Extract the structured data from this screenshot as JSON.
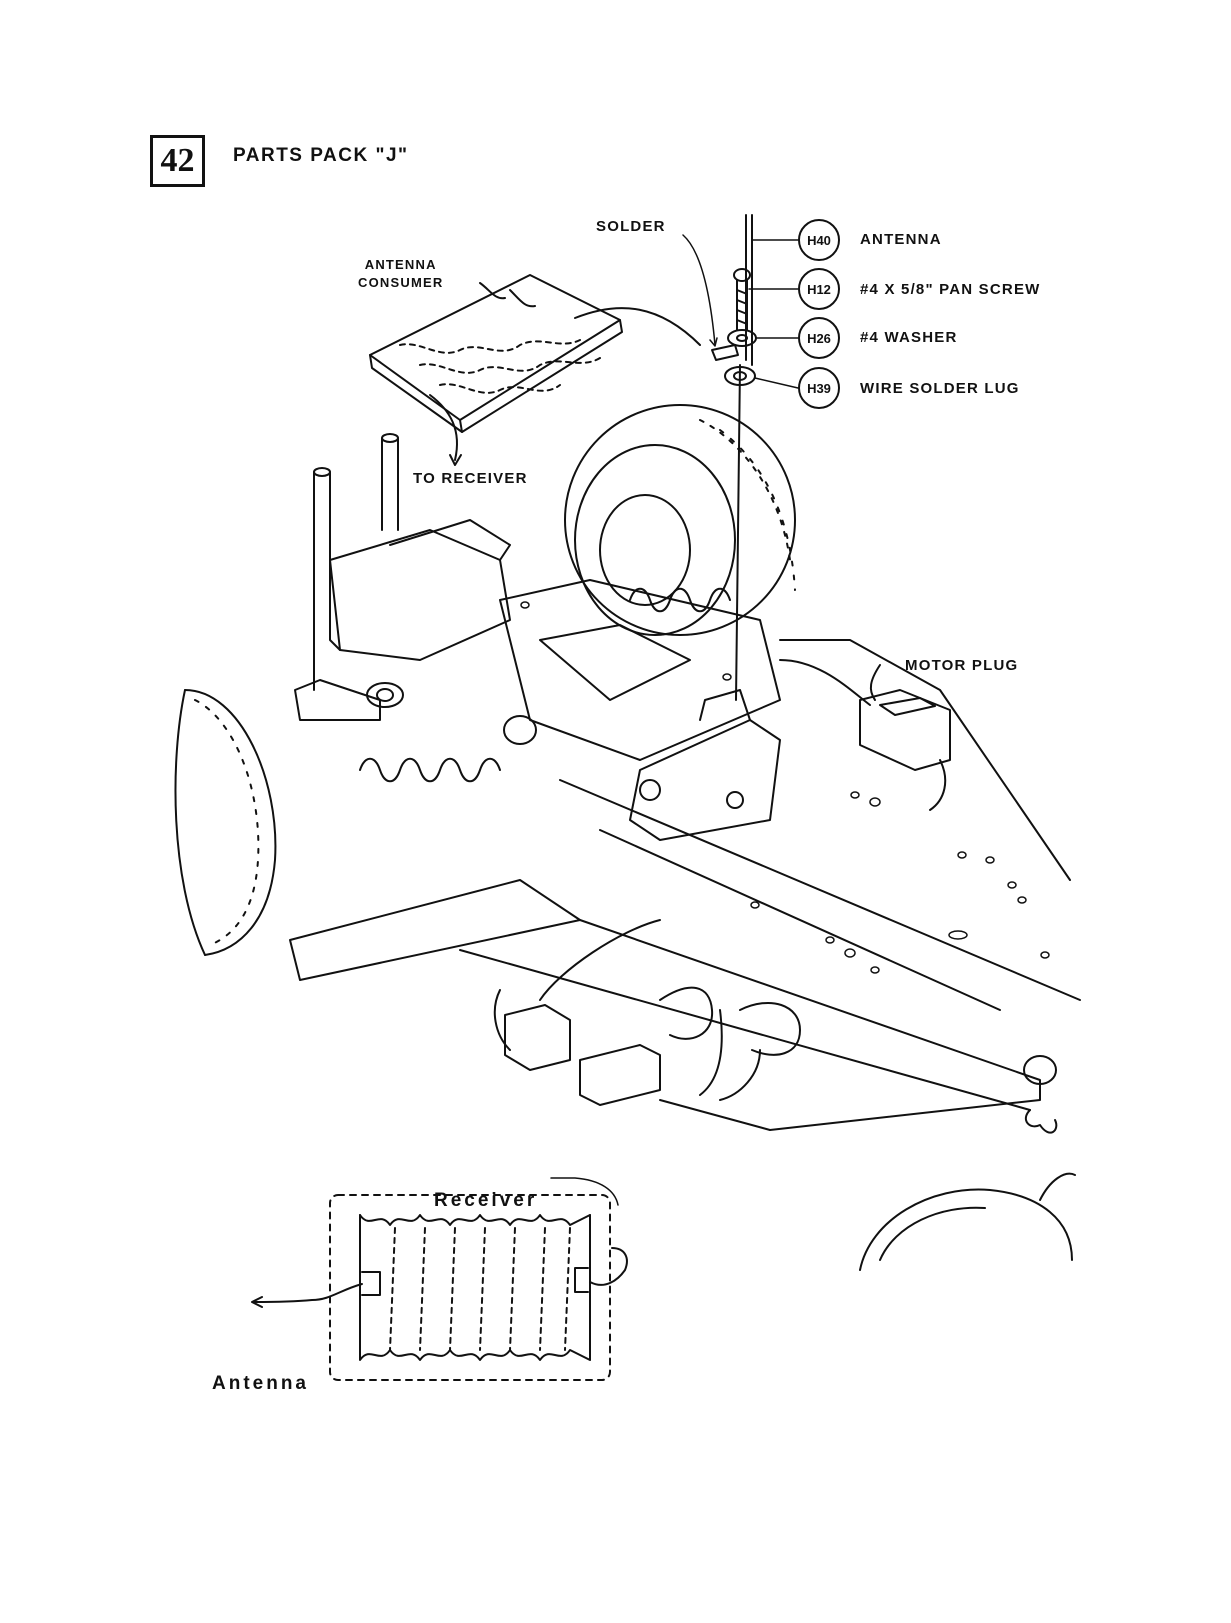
{
  "step": {
    "number": "42",
    "title": "PARTS PACK \"J\""
  },
  "labels": {
    "solder": "SOLDER",
    "antenna_consumer_line1": "ANTENNA",
    "antenna_consumer_line2": "CONSUMER",
    "to_receiver": "TO RECEIVER",
    "motor_plug": "MOTOR PLUG"
  },
  "parts": [
    {
      "id": "H40",
      "description": "ANTENNA"
    },
    {
      "id": "H12",
      "description": "#4 X 5/8\" PAN SCREW"
    },
    {
      "id": "H26",
      "description": "#4 WASHER"
    },
    {
      "id": "H39",
      "description": "WIRE SOLDER LUG"
    }
  ],
  "inset": {
    "receiver_label": "Receiver",
    "antenna_label": "Antenna"
  }
}
